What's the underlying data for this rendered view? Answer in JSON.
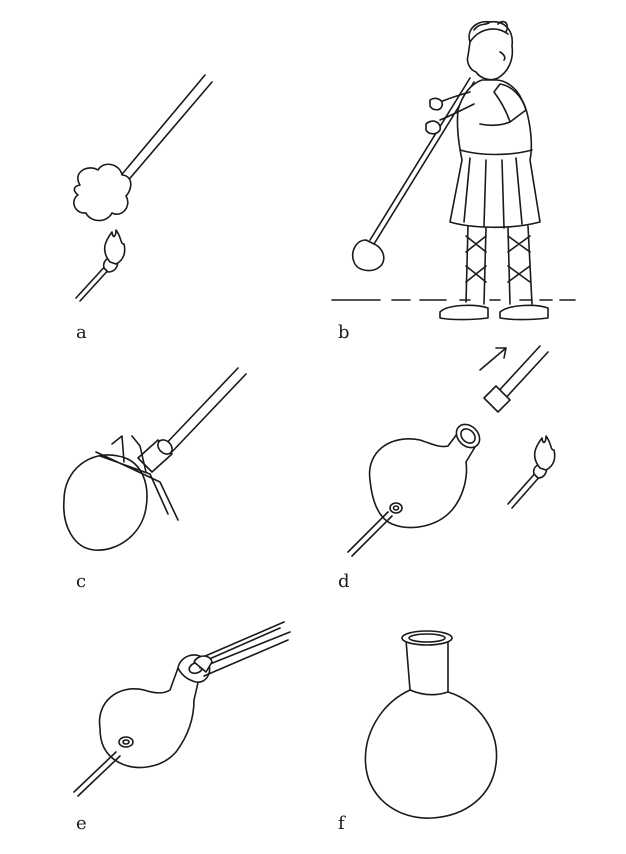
{
  "panels": [
    {
      "id": "a",
      "label": "a"
    },
    {
      "id": "b",
      "label": "b"
    },
    {
      "id": "c",
      "label": "c"
    },
    {
      "id": "d",
      "label": "d"
    },
    {
      "id": "e",
      "label": "e"
    },
    {
      "id": "f",
      "label": "f"
    }
  ],
  "colors": {
    "ink": "#1a1a1a",
    "paper": "#ffffff"
  }
}
